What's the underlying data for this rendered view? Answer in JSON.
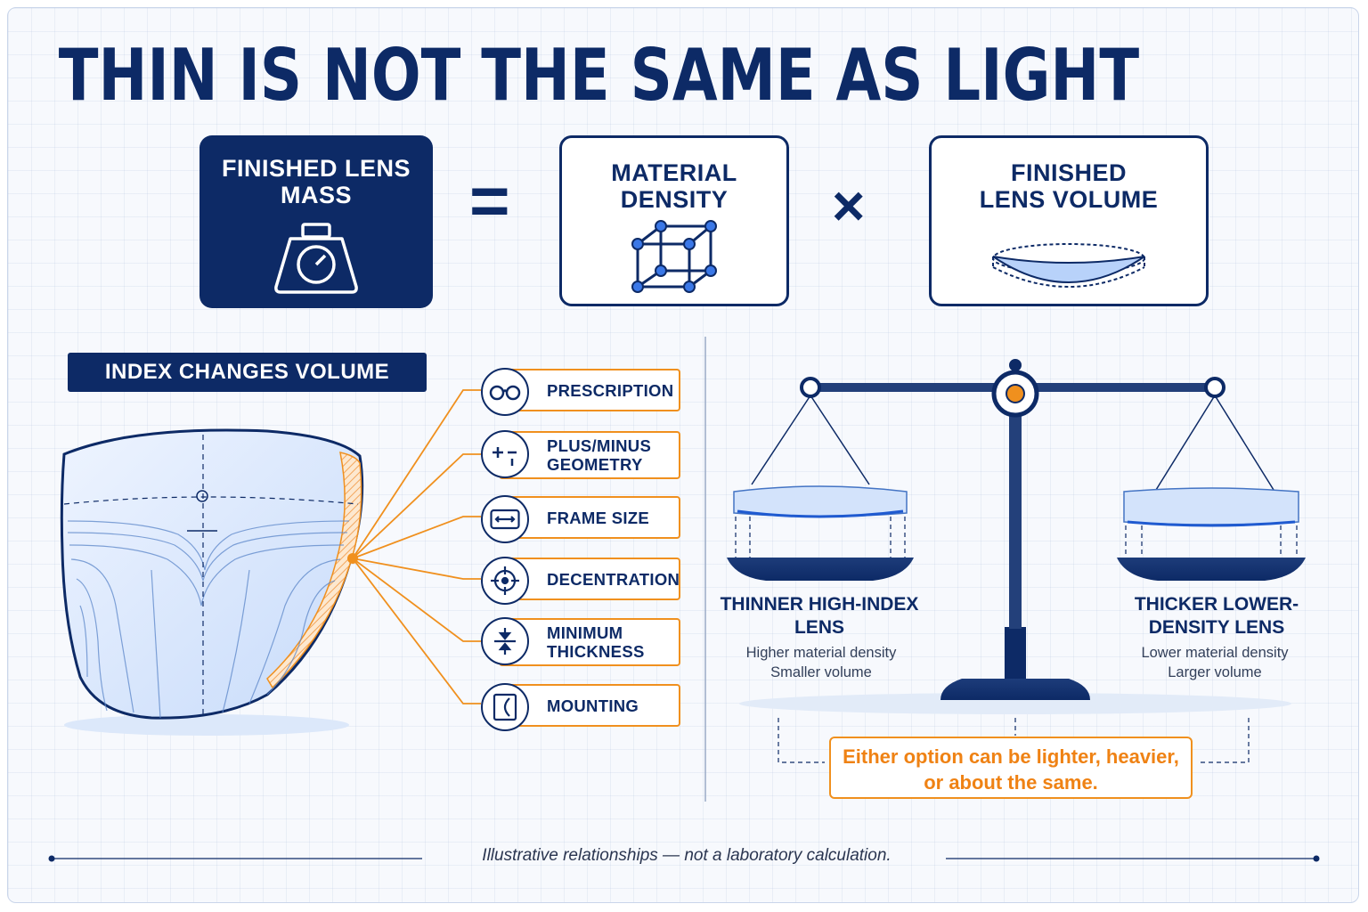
{
  "title": "THIN IS NOT THE SAME AS LIGHT",
  "equation": {
    "mass_label": "FINISHED LENS MASS",
    "equals_symbol": "=",
    "density_label": "MATERIAL DENSITY",
    "times_symbol": "×",
    "volume_label": "FINISHED LENS VOLUME"
  },
  "index_section": {
    "banner": "INDEX CHANGES VOLUME",
    "factors": [
      {
        "label": "PRESCRIPTION",
        "icon": "glasses-icon"
      },
      {
        "label": "PLUS/MINUS GEOMETRY",
        "icon": "plus-minus-icon"
      },
      {
        "label": "FRAME SIZE",
        "icon": "frame-width-icon"
      },
      {
        "label": "DECENTRATION",
        "icon": "crosshair-icon"
      },
      {
        "label": "MINIMUM THICKNESS",
        "icon": "thickness-arrows-icon"
      },
      {
        "label": "MOUNTING",
        "icon": "mounting-icon"
      }
    ]
  },
  "balance": {
    "left": {
      "title": "THINNER HIGH-INDEX LENS",
      "line1": "Higher material density",
      "line2": "Smaller volume"
    },
    "right": {
      "title": "THICKER LOWER-DENSITY LENS",
      "line1": "Lower material density",
      "line2": "Larger volume"
    },
    "callout": "Either option can be lighter, heavier, or about the same."
  },
  "footer": "Illustrative relationships — not a laboratory calculation.",
  "colors": {
    "navy": "#0d2a66",
    "orange": "#f0901e",
    "lens_blue": "#cfe0fb",
    "background": "#f7f9fd"
  }
}
